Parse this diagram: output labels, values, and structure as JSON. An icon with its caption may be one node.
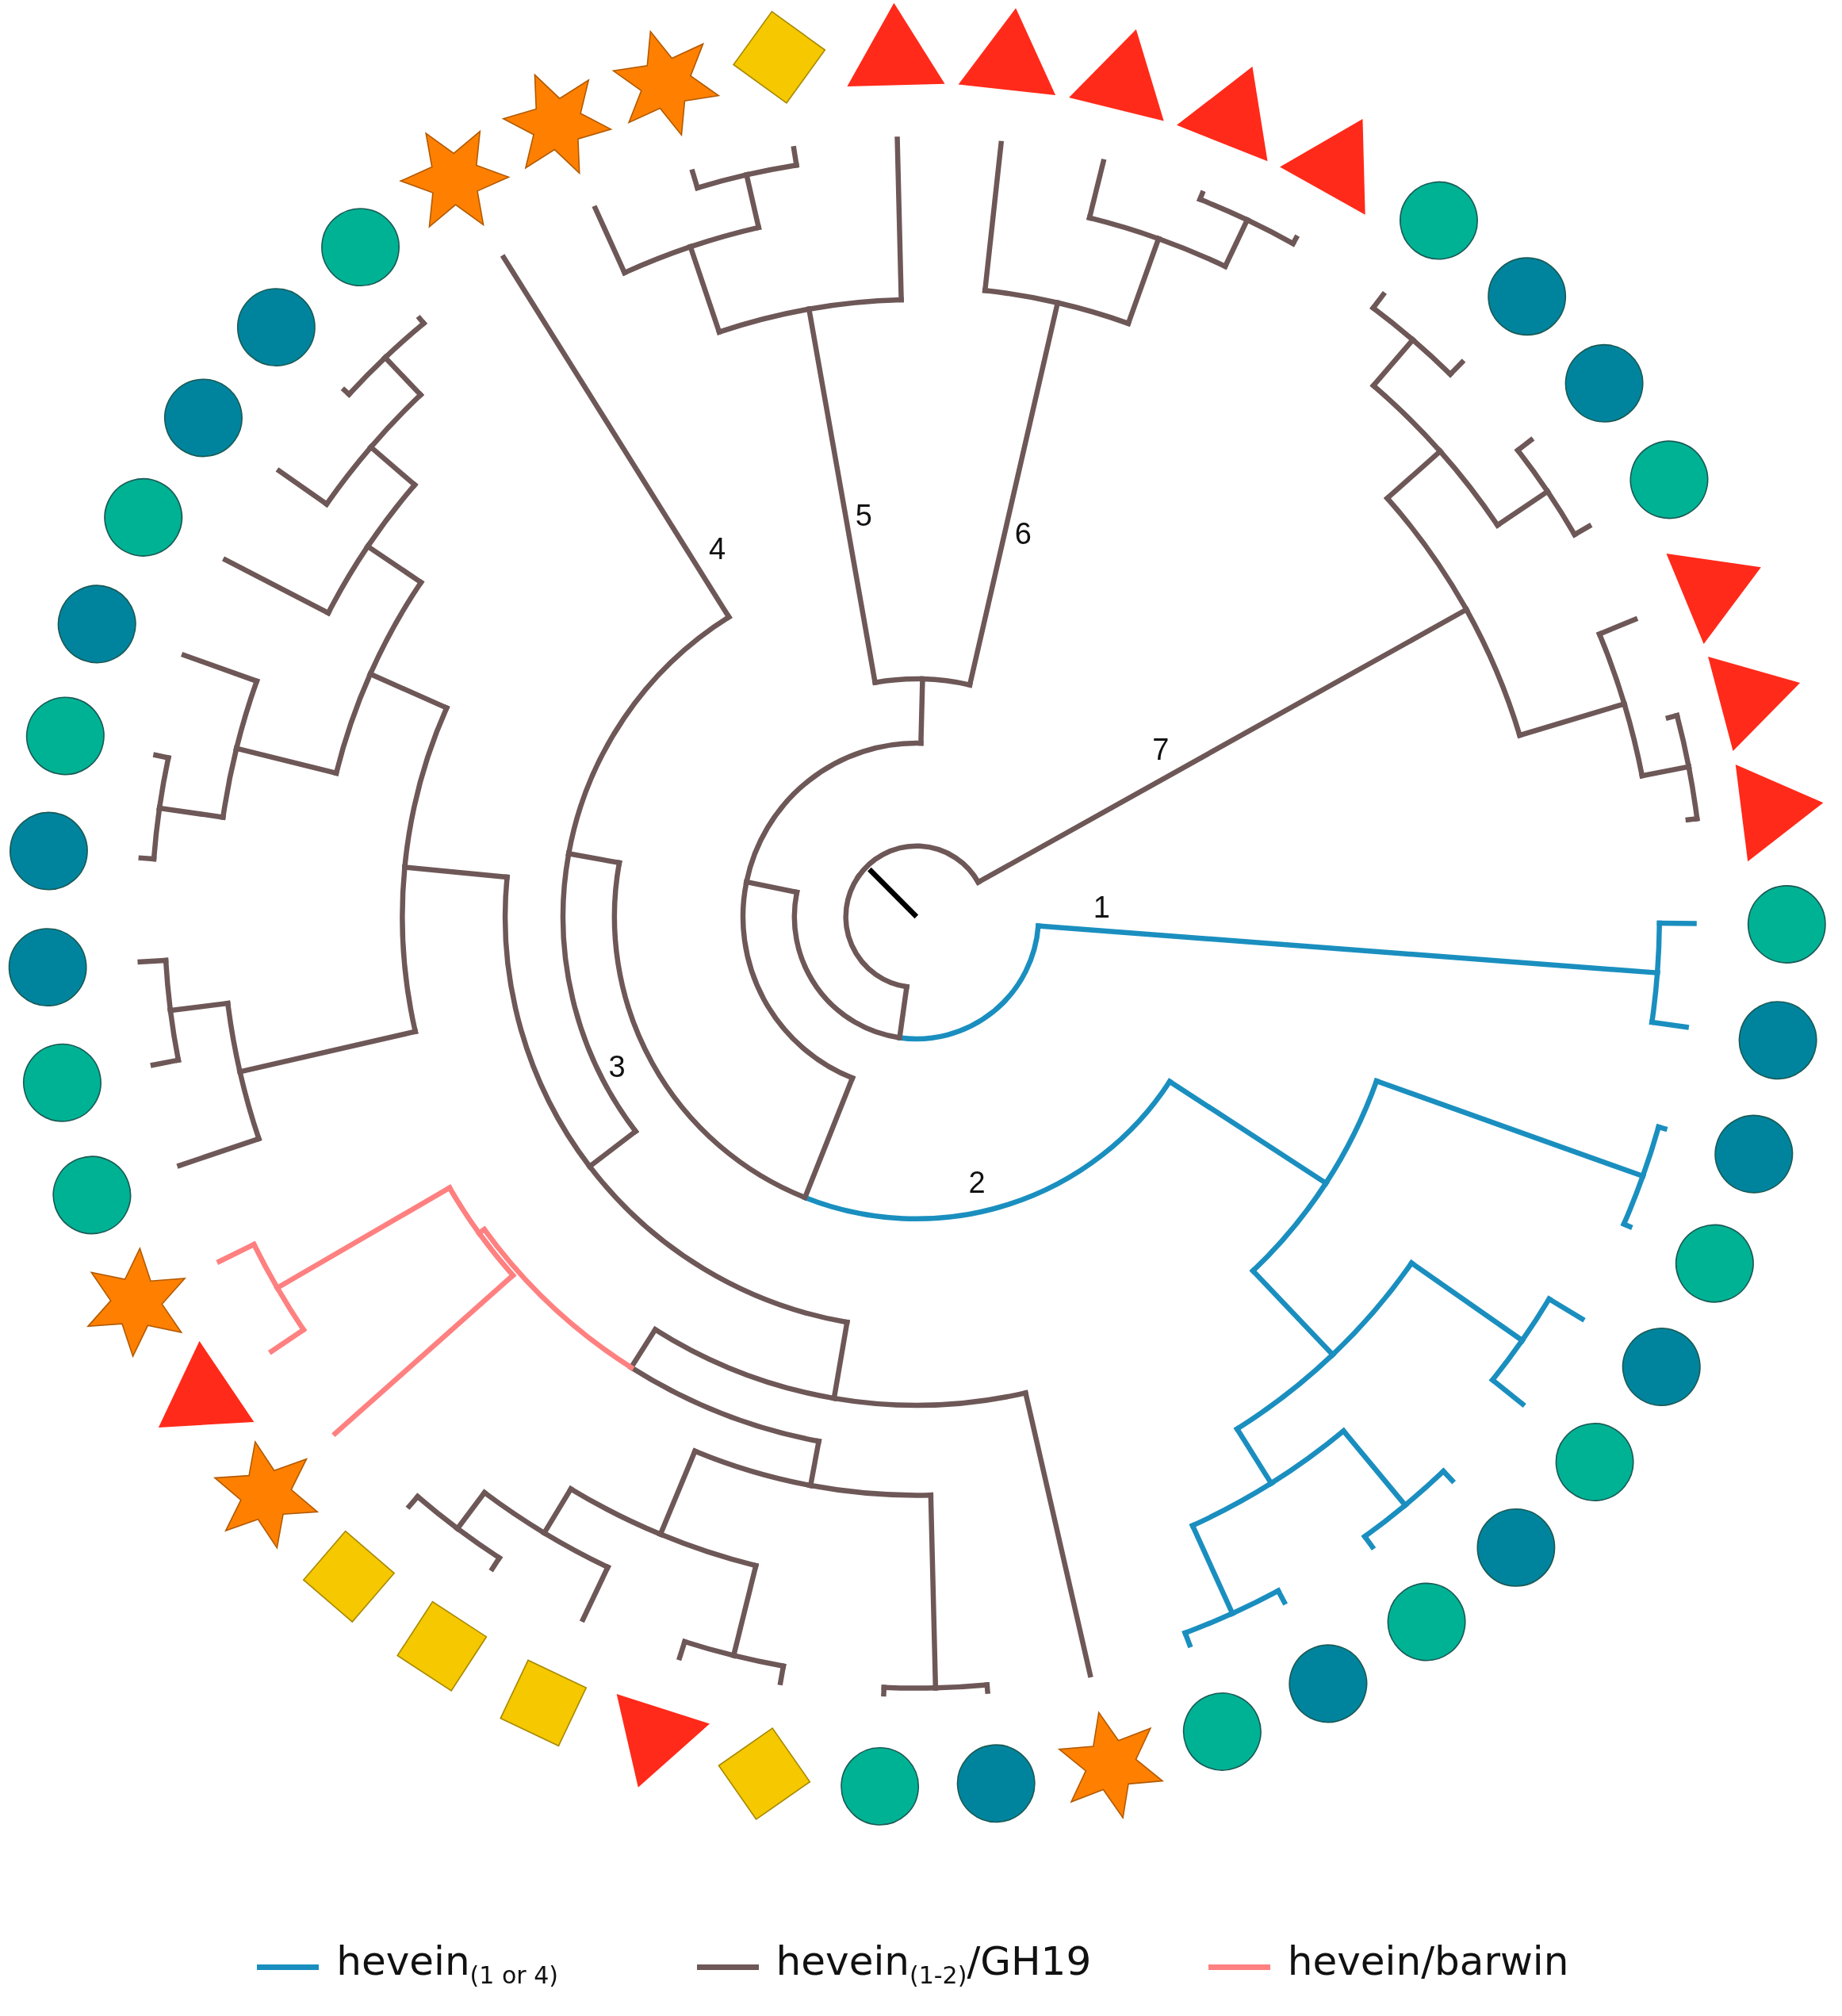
{
  "diagram": {
    "nodes": [
      {
        "text": [],
        "shape": "circle"
      },
      {
        "text": [],
        "shape": "circle"
      },
      {
        "text": [],
        "shape": "circle"
      },
      {
        "text": [],
        "shape": "circle"
      },
      {
        "text": [],
        "shape": "circle"
      },
      {
        "text": [],
        "shape": "circle"
      },
      {
        "text": [],
        "shape": "circle"
      },
      {
        "text": [],
        "shape": "circle"
      },
      {
        "text": [],
        "shape": "circle"
      },
      {
        "text": [],
        "shape": "circle"
      },
      {
        "text": [],
        "shape": "star"
      },
      {
        "text": [],
        "shape": "circle"
      },
      {
        "text": [],
        "shape": "circle"
      },
      {
        "text": [],
        "shape": "diamond"
      },
      {
        "text": [],
        "shape": "triangle"
      },
      {
        "text": [],
        "shape": "box"
      },
      {
        "text": [],
        "shape": "box"
      },
      {
        "text": [],
        "shape": "box"
      },
      {
        "text": [],
        "shape": "star"
      },
      {
        "text": [],
        "shape": "triangle"
      },
      {
        "text": [],
        "shape": "star"
      },
      {
        "text": [],
        "shape": "circle"
      },
      {
        "text": [],
        "shape": "circle"
      },
      {
        "text": [],
        "shape": "circle"
      },
      {
        "text": [],
        "shape": "circle"
      },
      {
        "text": [],
        "shape": "circle"
      },
      {
        "text": [],
        "shape": "circle"
      },
      {
        "text": [],
        "shape": "circle"
      },
      {
        "text": [],
        "shape": "circle"
      },
      {
        "text": [],
        "shape": "circle"
      },
      {
        "text": [],
        "shape": "circle"
      },
      {
        "text": [],
        "shape": "star"
      },
      {
        "text": [],
        "shape": "star"
      },
      {
        "text": [],
        "shape": "star"
      },
      {
        "text": [],
        "shape": "diamond"
      },
      {
        "text": [],
        "shape": "triangle"
      },
      {
        "text": [],
        "shape": "triangle"
      },
      {
        "text": [],
        "shape": "triangle"
      },
      {
        "text": [],
        "shape": "triangle"
      },
      {
        "text": [],
        "shape": "triangle"
      },
      {
        "text": [],
        "shape": "circle"
      },
      {
        "text": [],
        "shape": "circle"
      },
      {
        "text": [],
        "shape": "circle"
      },
      {
        "text": [],
        "shape": "circle"
      },
      {
        "text": [],
        "shape": "triangle"
      },
      {
        "text": [],
        "shape": "triangle"
      },
      {
        "text": [],
        "shape": "triangle"
      }
    ],
    "labels": [
      "5",
      "6",
      "4",
      "7",
      "1",
      "3",
      "2"
    ],
    "legend": [
      {
        "text": "hevein$_{(1 or 4)}$",
        "color": "#1a8fbf"
      },
      {
        "text": "hevein$_{(1-2)}$/GH19",
        "color": "#6e5757"
      },
      {
        "text": "hevein/barwin",
        "color": "#ff8080"
      }
    ]
  }
}
